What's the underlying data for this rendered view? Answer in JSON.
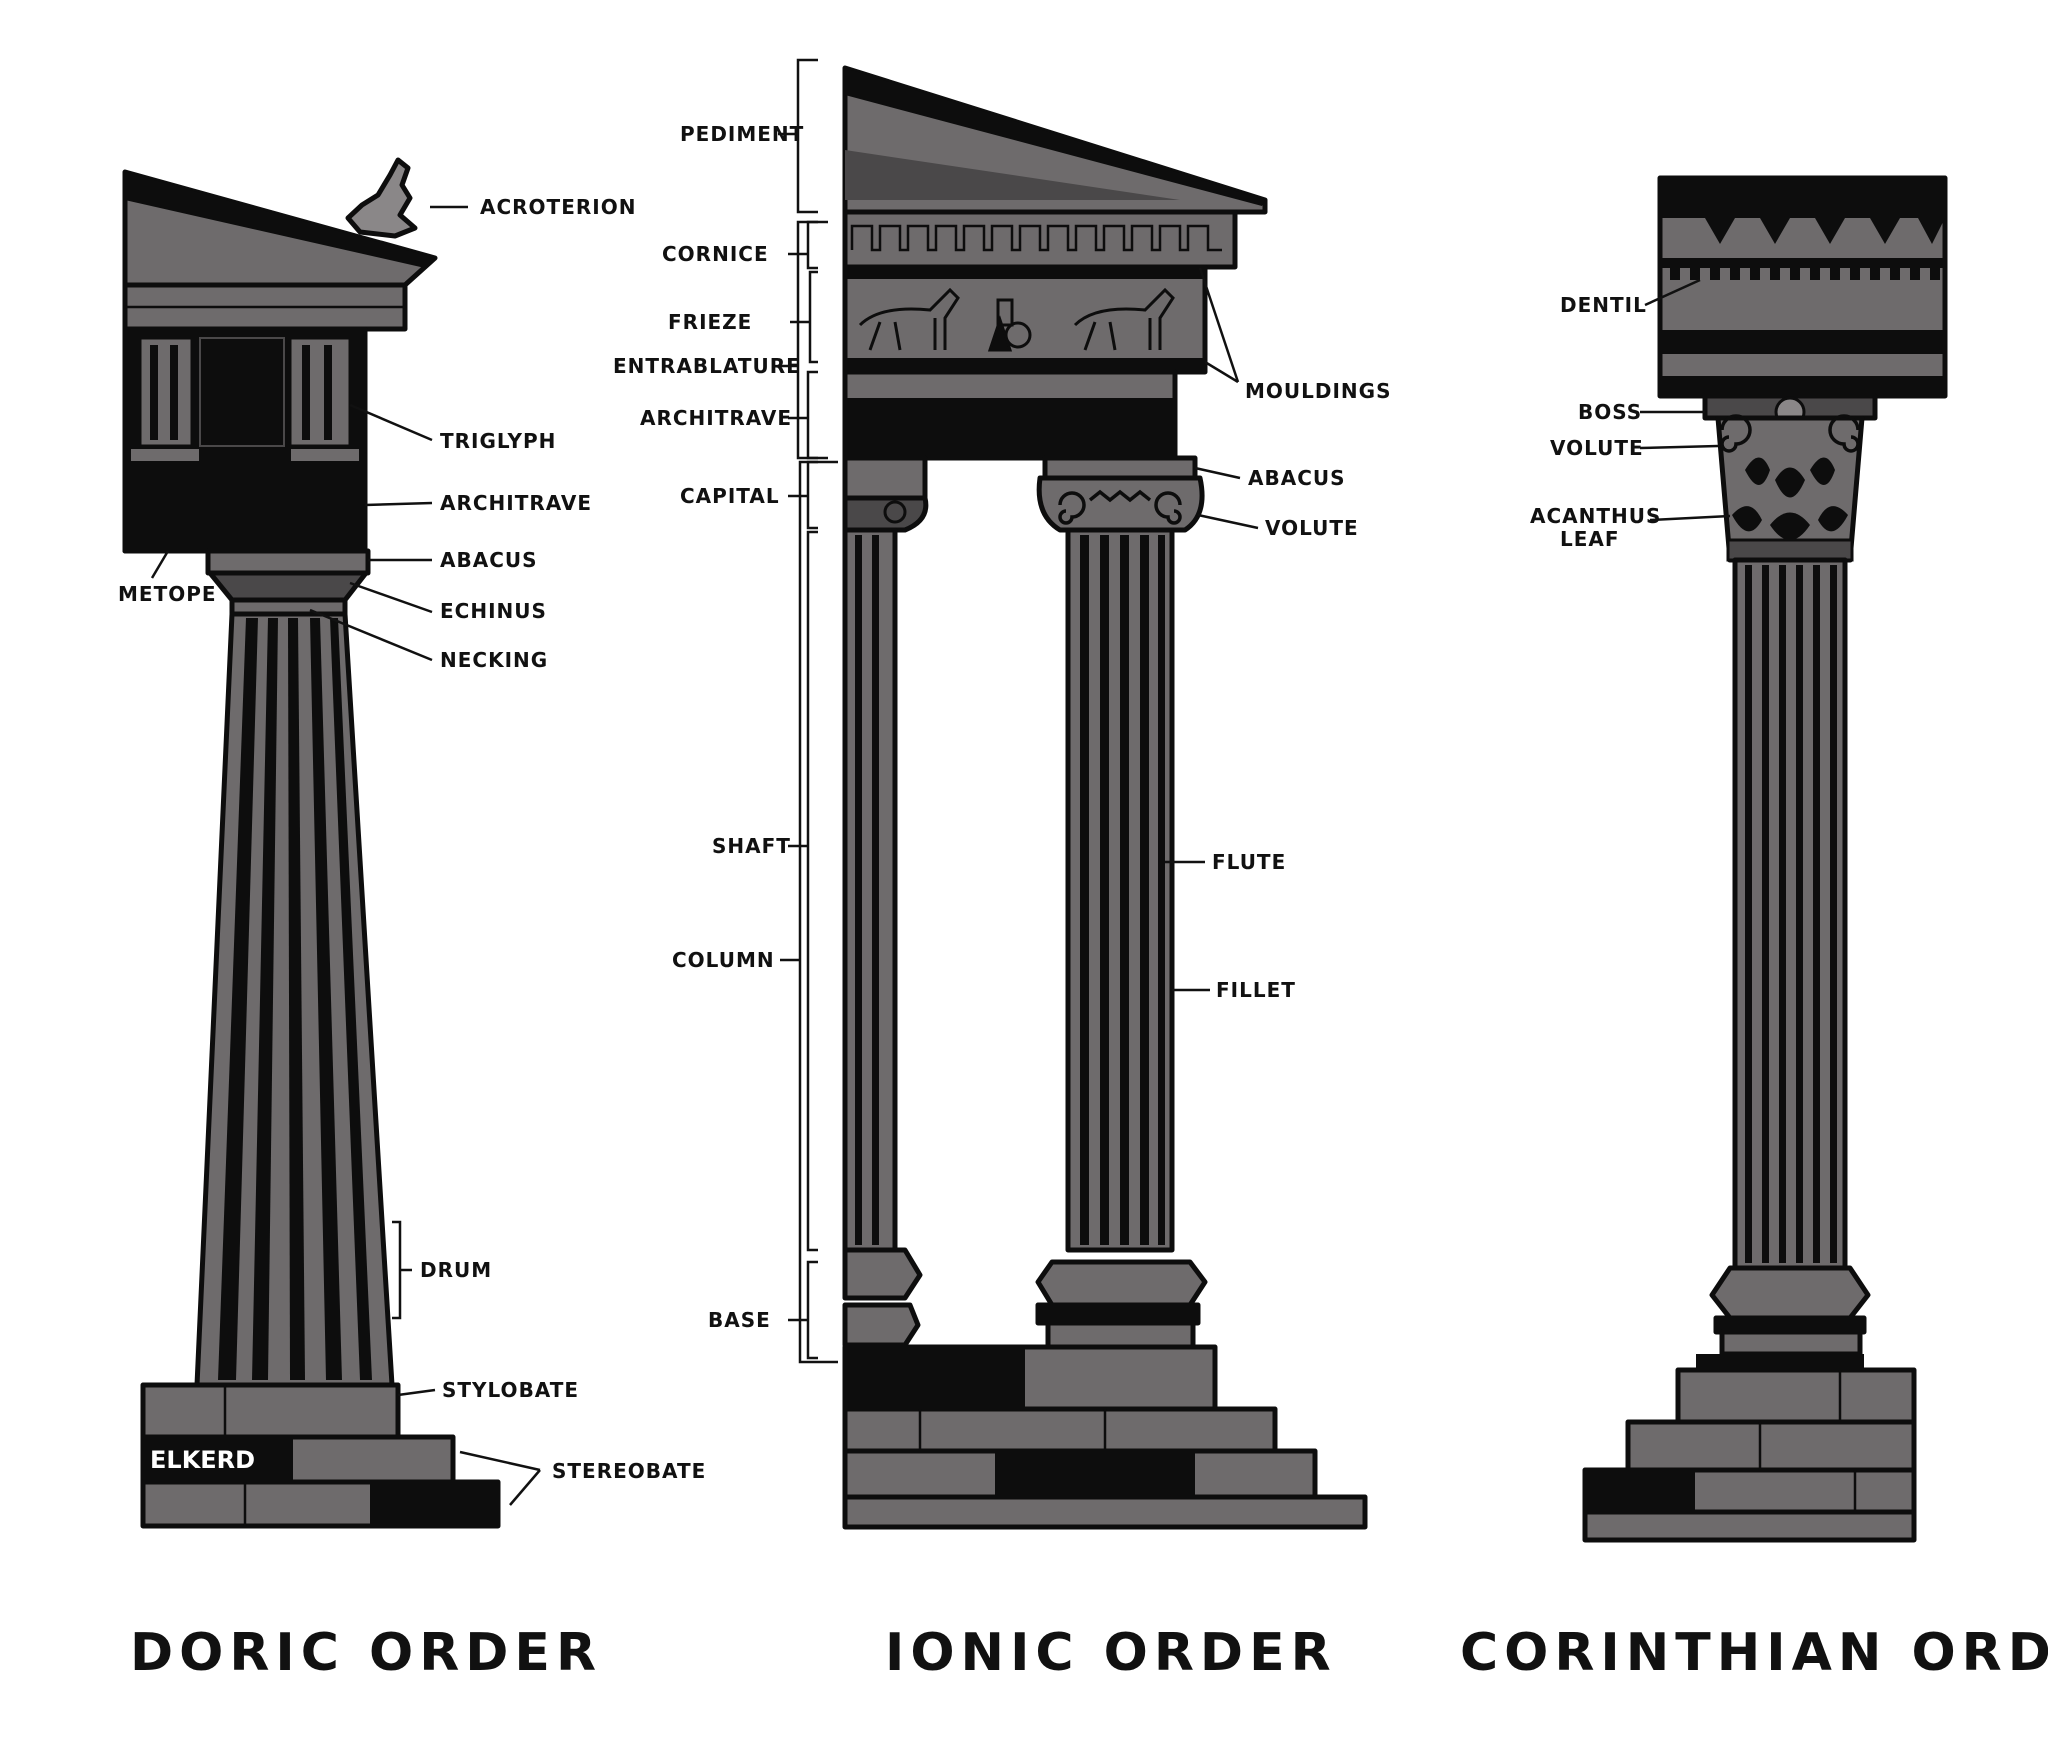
{
  "colors": {
    "stone": "#6e6b6c",
    "stone_light": "#8a8788",
    "stone_dark": "#4a4849",
    "ink": "#0d0d0d",
    "background": "#ffffff"
  },
  "doric": {
    "title": "DORIC ORDER",
    "labels": {
      "acroterion": "ACROTERION",
      "triglyph": "TRIGLYPH",
      "architrave": "ARCHITRAVE",
      "abacus": "ABACUS",
      "echinus": "ECHINUS",
      "necking": "NECKING",
      "metope": "METOPE",
      "drum": "DRUM",
      "stylobate": "STYLOBATE",
      "stereobate": "STEREOBATE"
    },
    "signature": "ELKERD"
  },
  "ionic": {
    "title": "IONIC ORDER",
    "labels": {
      "pediment": "PEDIMENT",
      "cornice": "CORNICE",
      "frieze": "FRIEZE",
      "entablature": "ENTRABLATURE",
      "architrave": "ARCHITRAVE",
      "capital": "CAPITAL",
      "shaft": "SHAFT",
      "column": "COLUMN",
      "base": "BASE",
      "mouldings": "MOULDINGS",
      "abacus": "ABACUS",
      "volute": "VOLUTE",
      "flute": "FLUTE",
      "fillet": "FILLET"
    }
  },
  "corinthian": {
    "title": "CORINTHIAN ORDER",
    "labels": {
      "dentil": "DENTIL",
      "boss": "BOSS",
      "volute": "VOLUTE",
      "acanthus_line1": "ACANTHUS",
      "acanthus_line2": "LEAF"
    }
  }
}
